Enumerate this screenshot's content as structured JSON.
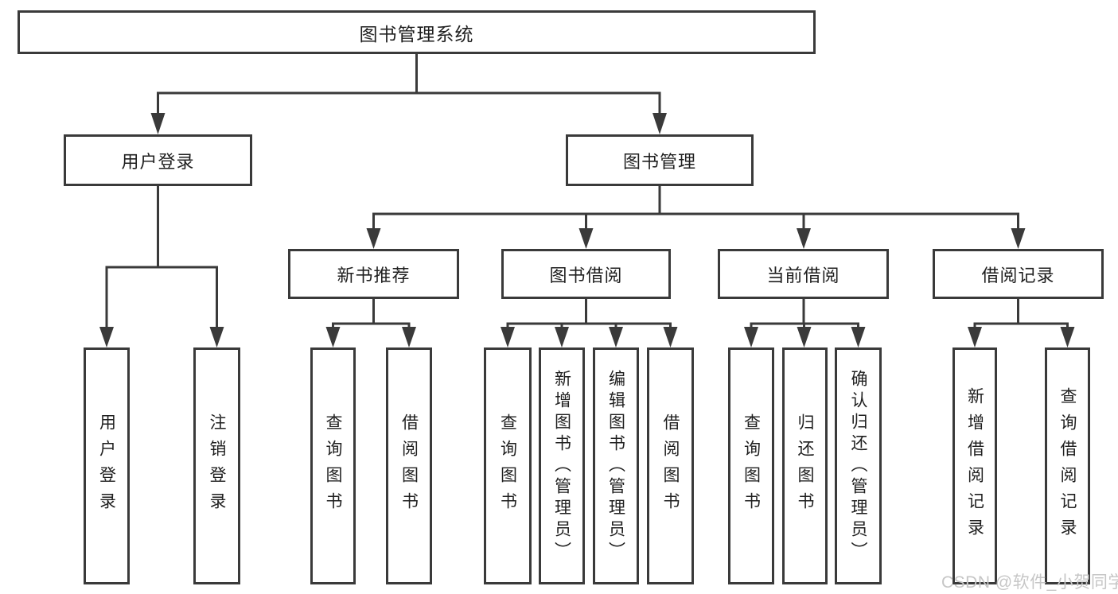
{
  "tree": {
    "label": "图书管理系统",
    "children": [
      {
        "label": "用户登录",
        "children": [
          {
            "label": "用户登录"
          },
          {
            "label": "注销登录"
          }
        ]
      },
      {
        "label": "图书管理",
        "children": [
          {
            "label": "新书推荐",
            "children": [
              {
                "label": "查询图书"
              },
              {
                "label": "借阅图书"
              }
            ]
          },
          {
            "label": "图书借阅",
            "children": [
              {
                "label": "查询图书"
              },
              {
                "label": "新增图书（管理员）"
              },
              {
                "label": "编辑图书（管理员）"
              },
              {
                "label": "借阅图书"
              }
            ]
          },
          {
            "label": "当前借阅",
            "children": [
              {
                "label": "查询图书"
              },
              {
                "label": "归还图书"
              },
              {
                "label": "确认归还（管理员）"
              }
            ]
          },
          {
            "label": "借阅记录",
            "children": [
              {
                "label": "新增借阅记录"
              },
              {
                "label": "查询借阅记录"
              }
            ]
          }
        ]
      }
    ]
  },
  "watermark": {
    "text": "CSDN @软件_小贺同学"
  },
  "colors": {
    "line": "#3a3a3a",
    "text": "#1f1f1f",
    "watermark": "#c6c6c6",
    "background": "#ffffff"
  }
}
